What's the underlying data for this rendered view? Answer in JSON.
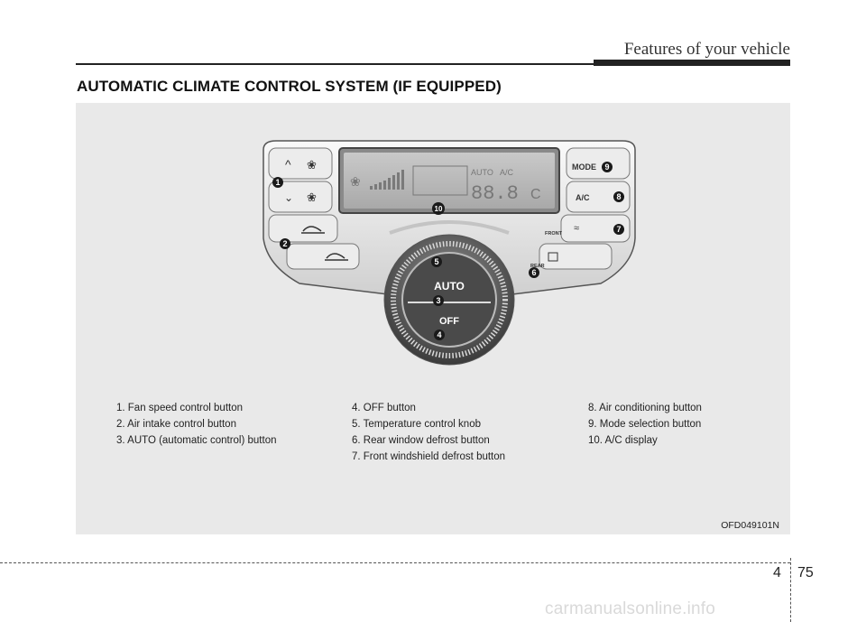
{
  "header": {
    "section": "Features of your vehicle"
  },
  "title": "AUTOMATIC CLIMATE CONTROL SYSTEM (IF EQUIPPED)",
  "panel": {
    "auto_label": "AUTO",
    "off_label": "OFF",
    "mode_label": "MODE",
    "ac_label": "A/C",
    "front_label": "FRONT",
    "rear_label": "REAR",
    "display_auto": "AUTO",
    "display_ac": "A/C",
    "display_temp": "88.8",
    "display_unit": "C",
    "callouts": [
      "1",
      "2",
      "3",
      "4",
      "5",
      "6",
      "7",
      "8",
      "9",
      "10"
    ]
  },
  "legend": {
    "col1": [
      "1. Fan speed control button",
      "2. Air intake control button",
      "3. AUTO (automatic control) button"
    ],
    "col2": [
      "4. OFF button",
      "5. Temperature control knob",
      "6. Rear window defrost button",
      "7. Front windshield defrost button"
    ],
    "col3": [
      "8. Air conditioning button",
      "9. Mode selection button",
      "10. A/C display"
    ]
  },
  "figure_code": "OFD049101N",
  "footer": {
    "chapter": "4",
    "page": "75"
  },
  "watermark": "carmanualsonline.info",
  "colors": {
    "figure_bg": "#e9e9e9",
    "callout": "#1a1a1a"
  }
}
